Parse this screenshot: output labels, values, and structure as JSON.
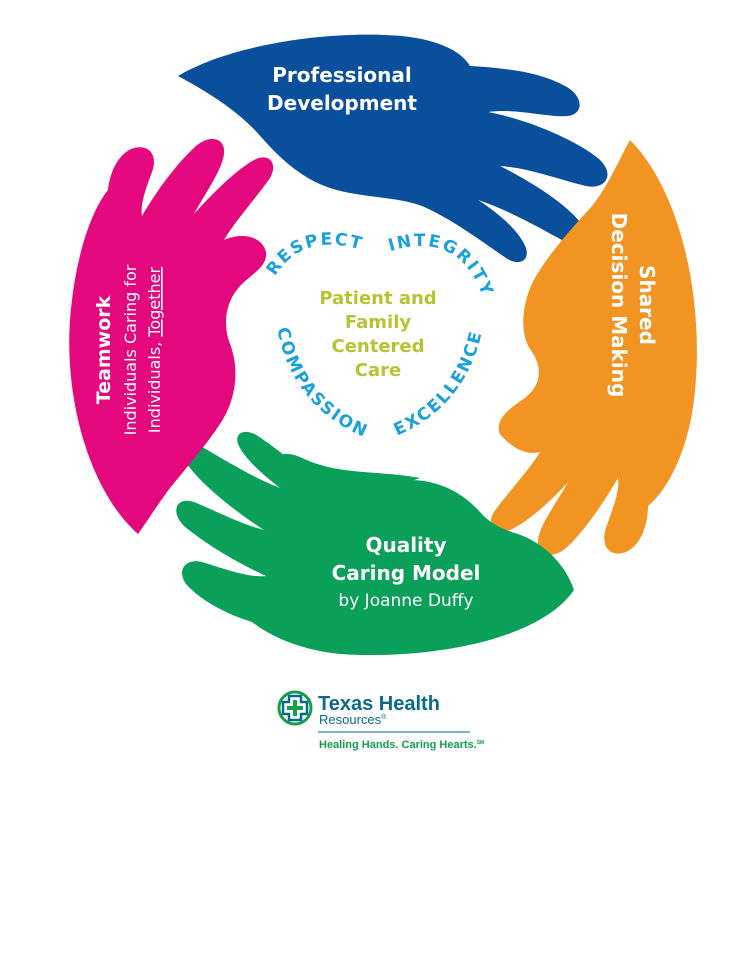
{
  "colors": {
    "blue": "#0a4f9c",
    "orange": "#f29422",
    "green": "#0aa05a",
    "magenta": "#e4087e",
    "value_blue": "#1aa0dc",
    "center_lime": "#b5c430",
    "logo_teal": "#0a6a8a",
    "logo_green": "#13a04a"
  },
  "hands": {
    "top": {
      "line1": "Professional",
      "line2": "Development"
    },
    "right": {
      "line1": "Shared",
      "line2": "Decision Making"
    },
    "bottom": {
      "line1": "Quality",
      "line2": "Caring Model",
      "line3": "by Joanne Duffy"
    },
    "left": {
      "line1": "Teamwork",
      "line2": "Individuals Caring for",
      "line3a": "Individuals, ",
      "line3b": "Together"
    }
  },
  "values": {
    "respect": "RESPECT",
    "integrity": "INTEGRITY",
    "compassion": "COMPASSION",
    "excellence": "EXCELLENCE"
  },
  "center": {
    "line1": "Patient and",
    "line2": "Family",
    "line3": "Centered",
    "line4": "Care"
  },
  "logo": {
    "name": "Texas Health",
    "sub": "Resources",
    "reg": "®",
    "tagline": "Healing Hands. Caring Hearts.",
    "sm": "SM",
    "icon": "cross-in-circle-icon"
  }
}
